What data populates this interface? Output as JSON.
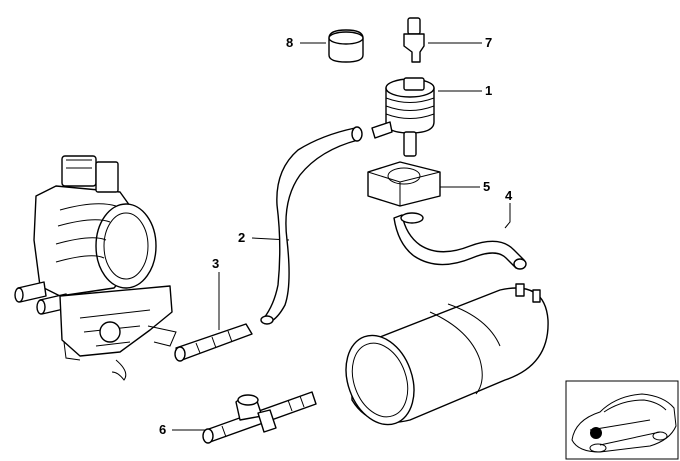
{
  "diagram": {
    "callouts": [
      {
        "id": "1",
        "label": "1"
      },
      {
        "id": "2",
        "label": "2"
      },
      {
        "id": "3",
        "label": "3"
      },
      {
        "id": "4",
        "label": "4"
      },
      {
        "id": "5",
        "label": "5"
      },
      {
        "id": "6",
        "label": "6"
      },
      {
        "id": "7",
        "label": "7"
      },
      {
        "id": "8",
        "label": "8"
      }
    ],
    "colors": {
      "line": "#000000",
      "background": "#ffffff",
      "marker": "#000000"
    }
  },
  "icons": {
    "inset_car": "car-outline-icon",
    "location_marker": "location-dot-icon"
  }
}
